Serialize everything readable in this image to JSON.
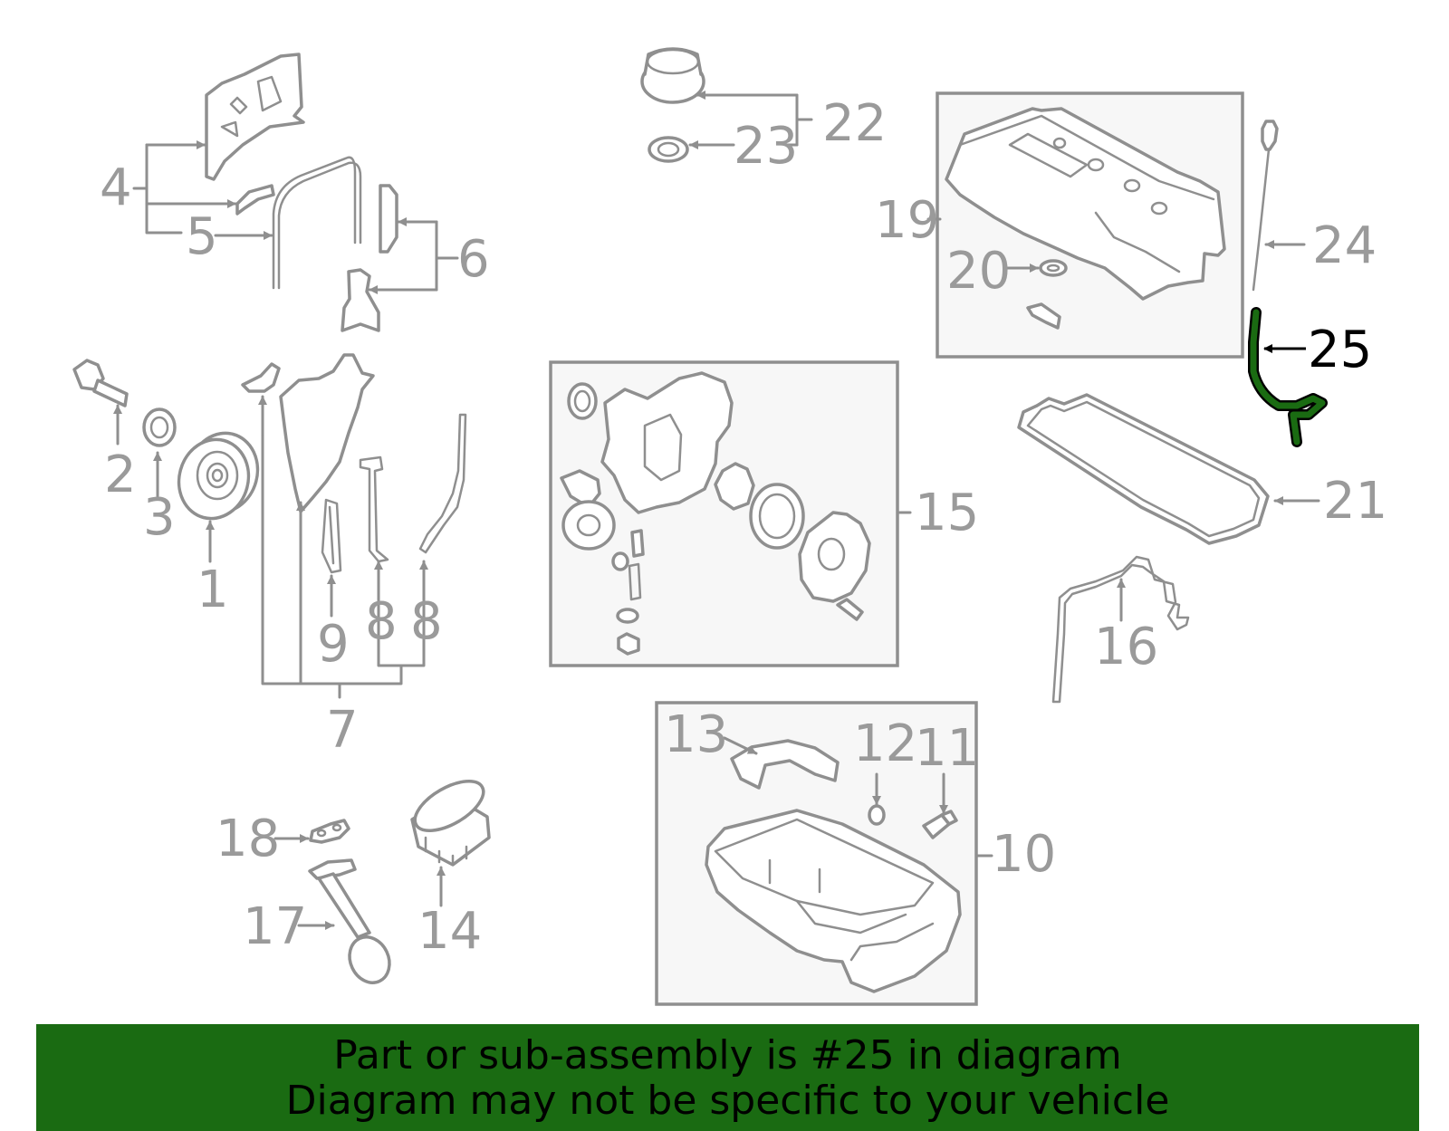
{
  "labels": {
    "l1": "1",
    "l2": "2",
    "l3": "3",
    "l4": "4",
    "l5": "5",
    "l6": "6",
    "l7": "7",
    "l8a": "8",
    "l8b": "8",
    "l9": "9",
    "l10": "10",
    "l11": "11",
    "l12": "12",
    "l13": "13",
    "l14": "14",
    "l15": "15",
    "l16": "16",
    "l17": "17",
    "l18": "18",
    "l19": "19",
    "l20": "20",
    "l21": "21",
    "l22": "22",
    "l23": "23",
    "l24": "24",
    "l25": "25"
  },
  "highlight": {
    "part": "25",
    "color": "#1a6b12"
  },
  "banner": {
    "line1": "Part or sub-assembly is #25 in diagram",
    "line2": "Diagram may not be specific to your vehicle",
    "background": "#1a6b12"
  }
}
